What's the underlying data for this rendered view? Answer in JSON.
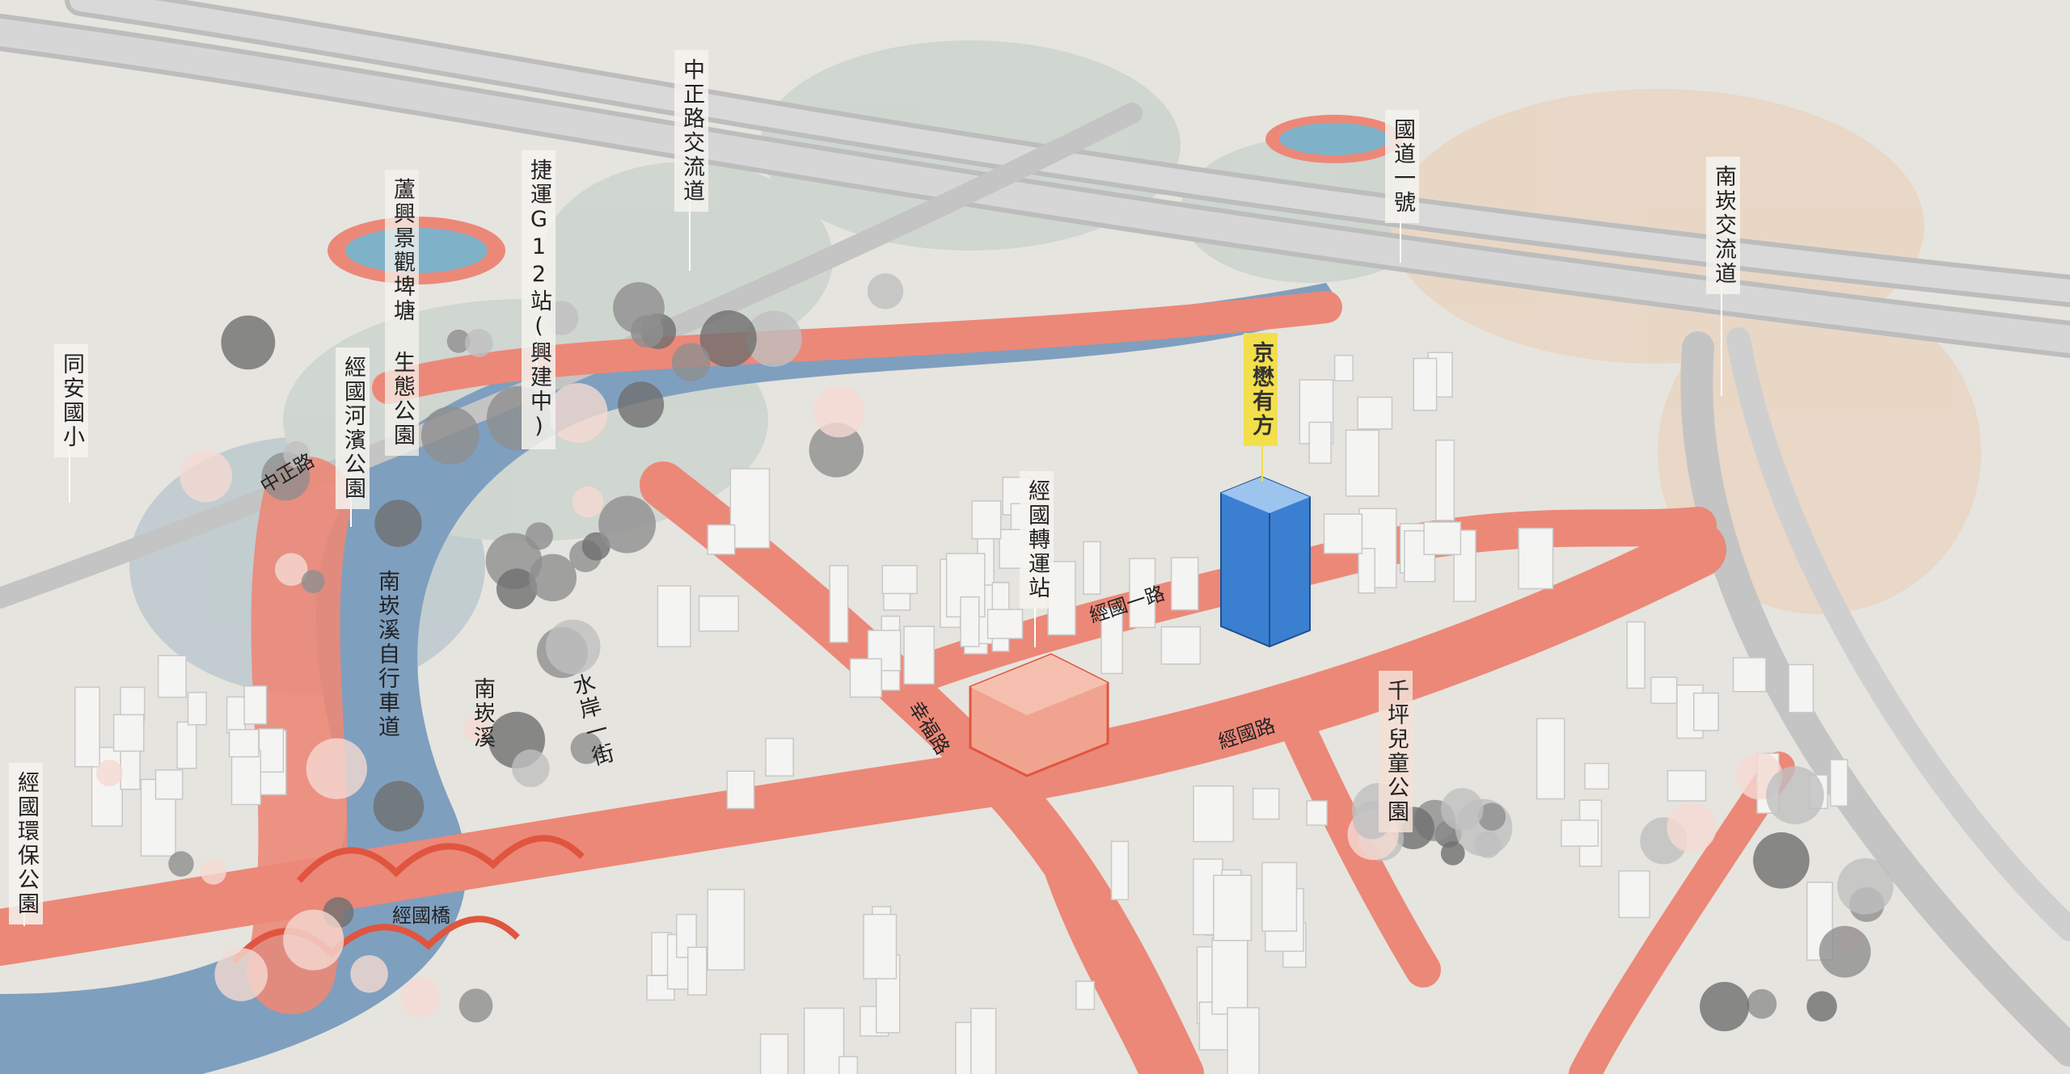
{
  "map_title_marker": "京懋有方",
  "colors": {
    "road": "#ec8878",
    "river": "#7f9fbf",
    "highway": "#c9c9c9",
    "highlight": "#f3df4b",
    "tower": "#3b7fd0",
    "background": "#e6e4de"
  },
  "landmarks": {
    "zhongzheng_interchange": "中正路交流道",
    "freeway_1": "國道一號",
    "nankan_interchange": "南崁交流道",
    "luxing_pond_a": "蘆興景觀埤塘",
    "luxing_pond_b": "生態公園",
    "mrt_g12": "捷運G12站(興建中)",
    "project": "京懋有方",
    "tongan_school": "同安國小",
    "jingguo_riverside_park": "經國河濱公園",
    "jingguo_transit": "經國轉運站",
    "nankan_bikeway": "南崁溪自行車道",
    "nankan_creek": "南崁溪",
    "qianping_park": "千坪兒童公園",
    "jingguo_eco_park": "經國環保公園"
  },
  "roads": {
    "zhongzheng_rd": "中正路",
    "jingguo_1st_rd": "經國一路",
    "shuian_1st_st": "水岸一街",
    "xingfu_rd": "幸福路",
    "jingguo_rd": "經國路",
    "jingguo_bridge": "經國橋"
  }
}
